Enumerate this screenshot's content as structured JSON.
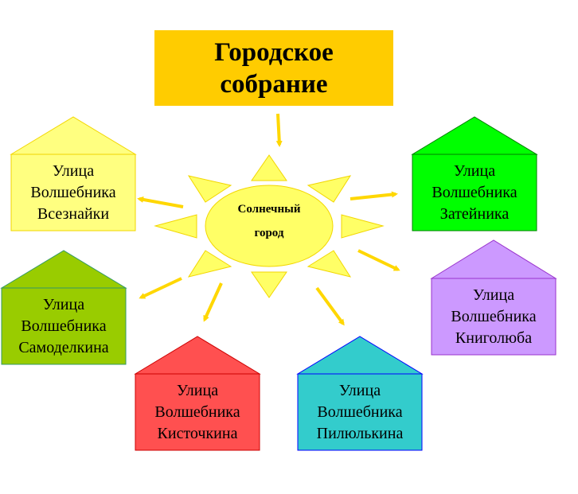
{
  "title": {
    "line1": "Городское",
    "line2": "собрание",
    "color": "#FFCC00"
  },
  "center": {
    "line1": "Солнечный",
    "line2": "город",
    "color": "#FFFF66"
  },
  "streets": [
    {
      "line1": "Улица",
      "line2": "Волшебника",
      "line3": "Всезнайки",
      "color": "#FFFF80"
    },
    {
      "line1": "Улица",
      "line2": "Волшебника",
      "line3": "Затейника",
      "color": "#00FF00"
    },
    {
      "line1": "Улица",
      "line2": "Волшебника",
      "line3": "Самоделкина",
      "color": "#99CC00"
    },
    {
      "line1": "Улица",
      "line2": "Волшебника",
      "line3": "Книголюба",
      "color": "#CC99FF"
    },
    {
      "line1": "Улица",
      "line2": "Волшебника",
      "line3": "Кисточкина",
      "color": "#FF5050"
    },
    {
      "line1": "Улица",
      "line2": "Волшебника",
      "line3": "Пилюлькина",
      "color": "#33CCCC"
    }
  ]
}
